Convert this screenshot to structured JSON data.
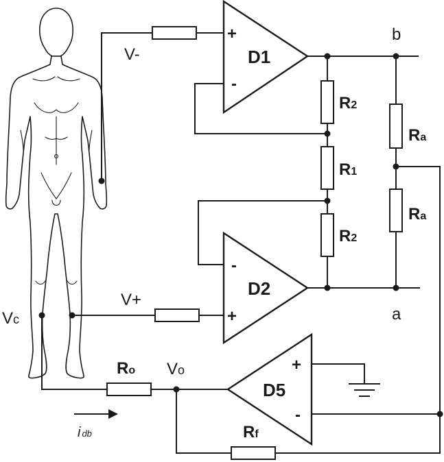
{
  "amplifiers": {
    "d1": {
      "label": "D1",
      "plus": "+",
      "minus": "-"
    },
    "d2": {
      "label": "D2",
      "plus": "+",
      "minus": "-"
    },
    "d5": {
      "label": "D5",
      "plus": "+",
      "minus": "-"
    }
  },
  "resistors": {
    "r2_top": {
      "main": "R",
      "sub": "2"
    },
    "r1": {
      "main": "R",
      "sub": "1"
    },
    "r2_bottom": {
      "main": "R",
      "sub": "2"
    },
    "ra_top": {
      "main": "R",
      "sub": "a"
    },
    "ra_bottom": {
      "main": "R",
      "sub": "a"
    },
    "ro": {
      "main": "R",
      "sub": "o"
    },
    "rf": {
      "main": "R",
      "sub": "f"
    }
  },
  "nodes": {
    "v_minus": "V-",
    "v_plus": "V+",
    "vc": {
      "main": "V",
      "sub": "c"
    },
    "vo": {
      "main": "V",
      "sub": "o"
    },
    "b": "b",
    "a": "a"
  },
  "current": {
    "symbol": "i",
    "sub": "db"
  }
}
